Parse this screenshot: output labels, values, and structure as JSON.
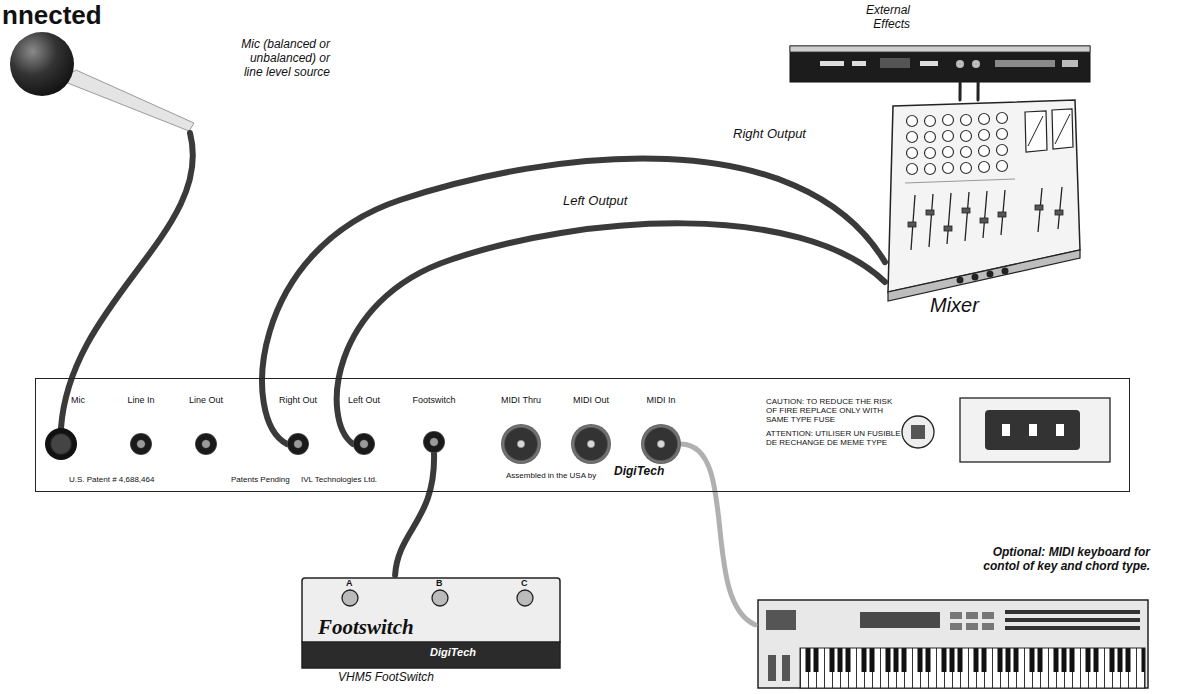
{
  "diagram": {
    "title": "nnected",
    "nodes": [
      {
        "text": [
          "Mic (balanced or unbalanced) or line level source"
        ]
      },
      {
        "text": [
          "External Effects"
        ]
      },
      {
        "text": [
          "Mixer"
        ]
      },
      {
        "text": [
          "U.S. Patent # 4,688,464",
          "Patents Pending",
          "IVL Technologies Ltd.",
          "Assembled in the USA by",
          "DigiTech",
          "CAUTION: TO REDUCE THE RISK OF FIRE REPLACE ONLY WITH SAME TYPE FUSE",
          "ATTENTION: UTILISER UN FUSIBLE DE RECHANGE DE MEME TYPE"
        ]
      },
      {
        "text": [
          "Mic"
        ],
        "in": 3
      },
      {
        "text": [
          "Line In"
        ],
        "in": 3
      },
      {
        "text": [
          "Line Out"
        ],
        "in": 3
      },
      {
        "text": [
          "Right Out"
        ],
        "in": 3
      },
      {
        "text": [
          "Left Out"
        ],
        "in": 3
      },
      {
        "text": [
          "Footswitch"
        ],
        "in": 3
      },
      {
        "text": [
          "MIDI Thru"
        ],
        "in": 3
      },
      {
        "text": [
          "MIDI Out"
        ],
        "in": 3
      },
      {
        "text": [
          "MIDI In"
        ],
        "in": 3
      },
      {
        "text": [
          "A",
          "B",
          "C",
          "Footswitch",
          "DigiTech",
          "VHM5 FootSwitch"
        ]
      },
      {
        "text": [
          "Optional: MIDI keyboard for contol of key and chord type."
        ]
      }
    ],
    "edges": [
      {
        "from": 0,
        "to": 4,
        "arrow": "none"
      },
      {
        "from": 7,
        "to": 2,
        "label": "Right Output",
        "arrow": "none"
      },
      {
        "from": 8,
        "to": 2,
        "label": "Left Output",
        "arrow": "none"
      },
      {
        "from": 1,
        "to": 2,
        "arrow": "none"
      },
      {
        "from": 1,
        "to": 2,
        "arrow": "none"
      },
      {
        "from": 9,
        "to": 13,
        "arrow": "none"
      },
      {
        "from": 12,
        "to": 14,
        "arrow": "none"
      }
    ]
  }
}
